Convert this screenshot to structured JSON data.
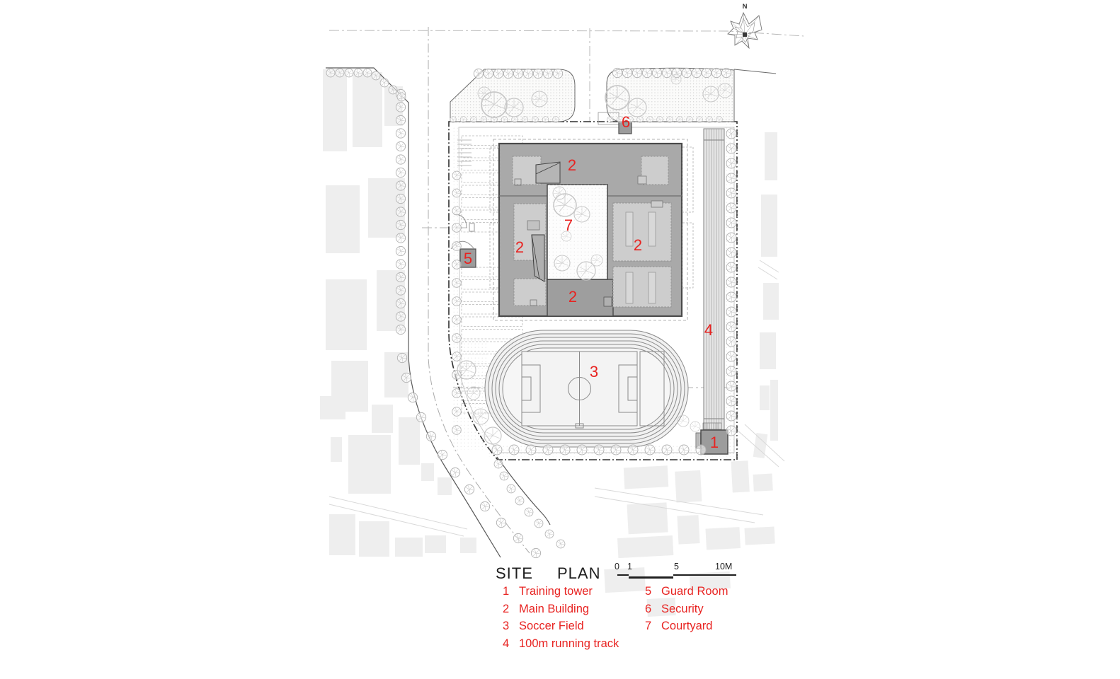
{
  "colors": {
    "accent_red": "#e82321",
    "main_building_gray": "#a9a9a9",
    "room_gray": "#cdcdcd",
    "south_wing_gray": "#9e9e9e",
    "context_building_gray": "#eeeeee",
    "line_dark": "#2f2f2f"
  },
  "compass": {
    "north_label": "N"
  },
  "plan_markers": {
    "training_tower": "1",
    "main_building_top": "2",
    "main_building_left": "2",
    "main_building_right": "2",
    "main_building_bottom": "2",
    "soccer_field": "3",
    "running_track": "4",
    "guard_room": "5",
    "security": "6",
    "courtyard": "7"
  },
  "legend": {
    "title_word1": "SITE",
    "title_word2": "PLAN",
    "items": [
      {
        "num": "1",
        "label": "Training tower"
      },
      {
        "num": "2",
        "label": "Main Building"
      },
      {
        "num": "3",
        "label": "Soccer Field"
      },
      {
        "num": "4",
        "label": "100m running track"
      },
      {
        "num": "5",
        "label": "Guard Room"
      },
      {
        "num": "6",
        "label": "Security"
      },
      {
        "num": "7",
        "label": "Courtyard"
      }
    ]
  },
  "scale_bar": {
    "ticks": [
      "0",
      "1",
      "5",
      "10M"
    ]
  }
}
